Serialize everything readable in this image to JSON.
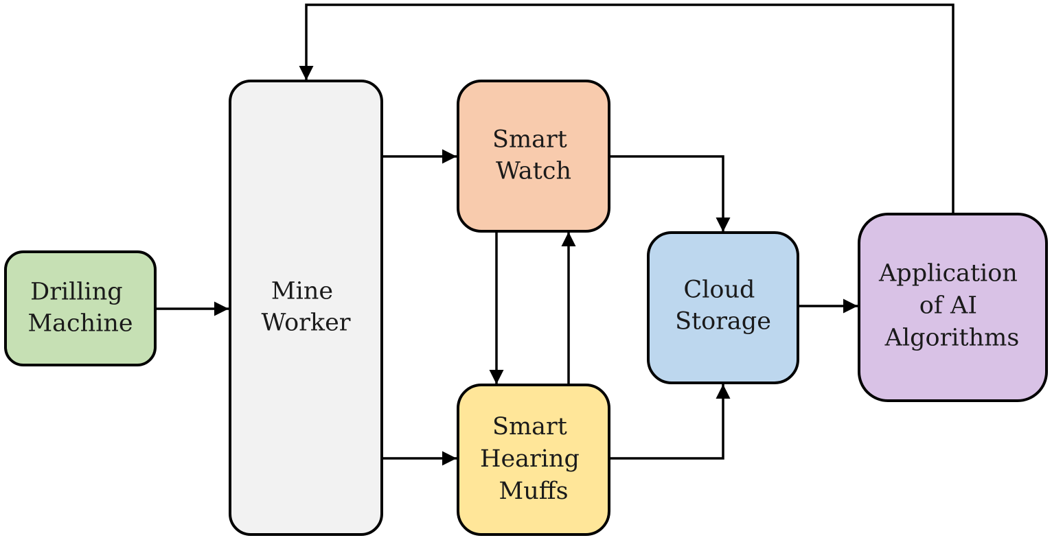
{
  "diagram": {
    "nodes": {
      "drilling_machine": {
        "lines": [
          "Drilling",
          "Machine"
        ],
        "color": "#c6e0b4"
      },
      "mine_worker": {
        "lines": [
          "Mine",
          "Worker"
        ],
        "color": "#f2f2f2"
      },
      "smart_watch": {
        "lines": [
          "Smart",
          "Watch"
        ],
        "color": "#f8cbad"
      },
      "smart_hearing_muffs": {
        "lines": [
          "Smart",
          "Hearing",
          "Muffs"
        ],
        "color": "#ffe699"
      },
      "cloud_storage": {
        "lines": [
          "Cloud",
          "Storage"
        ],
        "color": "#bdd7ee"
      },
      "ai_algorithms": {
        "lines": [
          "Application",
          "of AI",
          "Algorithms"
        ],
        "color": "#d9c2e6"
      }
    },
    "edges": [
      {
        "from": "drilling_machine",
        "to": "mine_worker"
      },
      {
        "from": "mine_worker",
        "to": "smart_watch"
      },
      {
        "from": "mine_worker",
        "to": "smart_hearing_muffs"
      },
      {
        "from": "smart_watch",
        "to": "smart_hearing_muffs"
      },
      {
        "from": "smart_hearing_muffs",
        "to": "smart_watch"
      },
      {
        "from": "smart_watch",
        "to": "cloud_storage"
      },
      {
        "from": "smart_hearing_muffs",
        "to": "cloud_storage"
      },
      {
        "from": "cloud_storage",
        "to": "ai_algorithms"
      },
      {
        "from": "ai_algorithms",
        "to": "mine_worker"
      }
    ]
  }
}
